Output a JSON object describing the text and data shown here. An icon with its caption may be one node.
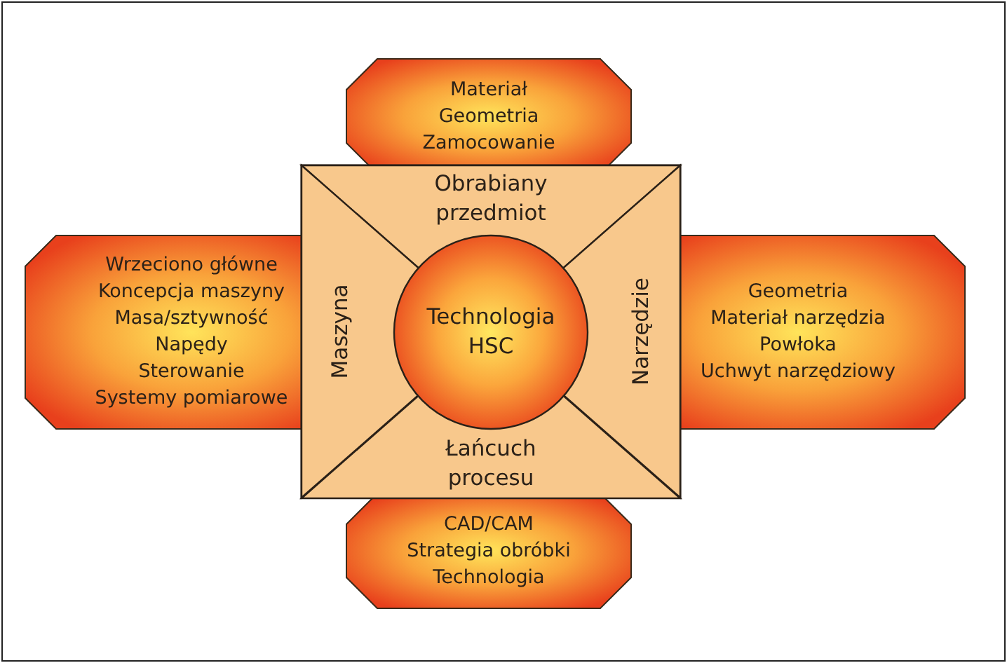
{
  "diagram": {
    "nodes": [
      {
        "text": [
          "Materiał",
          "Geometria",
          "Zamocowanie"
        ]
      },
      {
        "text": [],
        "shape": "box"
      },
      {
        "text": [
          "Obrabiany przedmiot"
        ],
        "in": 1
      },
      {
        "text": [
          "Wrzeciono główne",
          "Koncepcja maszyny",
          "Masa/sztywność",
          "Napędy",
          "Sterowanie",
          "Systemy pomiarowe"
        ]
      },
      {
        "text": [
          "Maszyna"
        ],
        "in": 1
      },
      {
        "text": [
          "Technologia HSC"
        ],
        "in": 1
      },
      {
        "text": [
          "Narzędzie"
        ],
        "in": 1
      },
      {
        "text": [
          "Geometria",
          "Materiał narzędzia",
          "Powłoka",
          "Uchwyt narzędziowy"
        ]
      },
      {
        "text": [
          "Łańcuch procesu"
        ],
        "in": 1
      },
      {
        "text": [
          "CAD/CAM",
          "Strategia obróbki",
          "Technologia"
        ]
      }
    ]
  }
}
